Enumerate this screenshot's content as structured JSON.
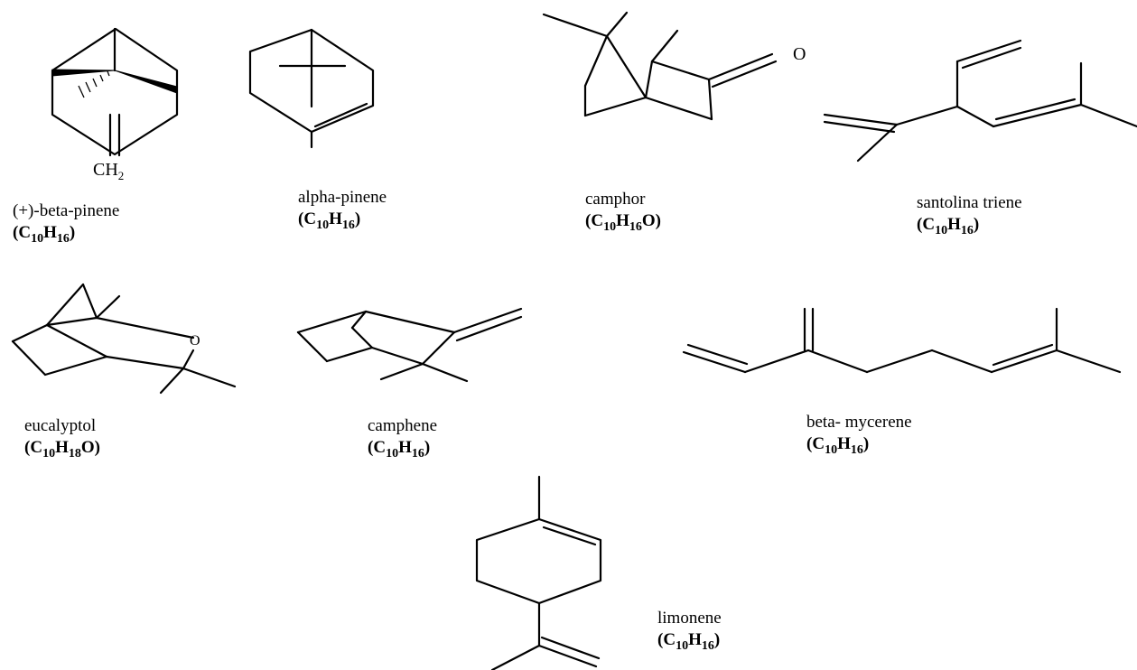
{
  "atom_labels": {
    "beta_pinene_ch2": {
      "text": "CH",
      "sub": "2"
    },
    "camphor_oxygen": "O",
    "eucalyptol_oxygen": "O"
  },
  "compounds": [
    {
      "id": "beta-pinene",
      "name": "(+)-beta-pinene",
      "formula": [
        {
          "t": "C"
        },
        {
          "s": "10"
        },
        {
          "t": "H"
        },
        {
          "s": "16"
        }
      ],
      "formula_prefix": "(",
      "formula_suffix": ")"
    },
    {
      "id": "alpha-pinene",
      "name": "alpha-pinene",
      "formula": [
        {
          "t": "C"
        },
        {
          "s": "10"
        },
        {
          "t": "H"
        },
        {
          "s": "16"
        }
      ],
      "formula_prefix": "(",
      "formula_suffix": ")"
    },
    {
      "id": "camphor",
      "name": "camphor",
      "formula": [
        {
          "t": "C"
        },
        {
          "s": "10"
        },
        {
          "t": "H"
        },
        {
          "s": "16"
        },
        {
          "t": "O"
        }
      ],
      "formula_prefix": "(",
      "formula_suffix": ")"
    },
    {
      "id": "santolina-triene",
      "name": "santolina triene",
      "formula": [
        {
          "t": "C"
        },
        {
          "s": "10"
        },
        {
          "t": "H"
        },
        {
          "s": "16"
        }
      ],
      "formula_prefix": "(",
      "formula_suffix": ")"
    },
    {
      "id": "eucalyptol",
      "name": "eucalyptol",
      "formula": [
        {
          "t": "C"
        },
        {
          "s": "10"
        },
        {
          "t": "H"
        },
        {
          "s": "18"
        },
        {
          "t": "O"
        }
      ],
      "formula_prefix": "(",
      "formula_suffix": ")"
    },
    {
      "id": "camphene",
      "name": "camphene",
      "formula": [
        {
          "t": "C"
        },
        {
          "s": "10"
        },
        {
          "t": "H"
        },
        {
          "s": "16"
        }
      ],
      "formula_prefix": "(",
      "formula_suffix": ")"
    },
    {
      "id": "beta-mycerene",
      "name": "beta- mycerene",
      "formula": [
        {
          "t": "C"
        },
        {
          "s": "10"
        },
        {
          "t": "H"
        },
        {
          "s": "16"
        }
      ],
      "formula_prefix": "(",
      "formula_suffix": ")"
    },
    {
      "id": "limonene",
      "name": "limonene",
      "formula": [
        {
          "t": "C"
        },
        {
          "s": "10"
        },
        {
          "t": "H"
        },
        {
          "s": "16"
        }
      ],
      "formula_prefix": "(",
      "formula_suffix": ")"
    }
  ]
}
